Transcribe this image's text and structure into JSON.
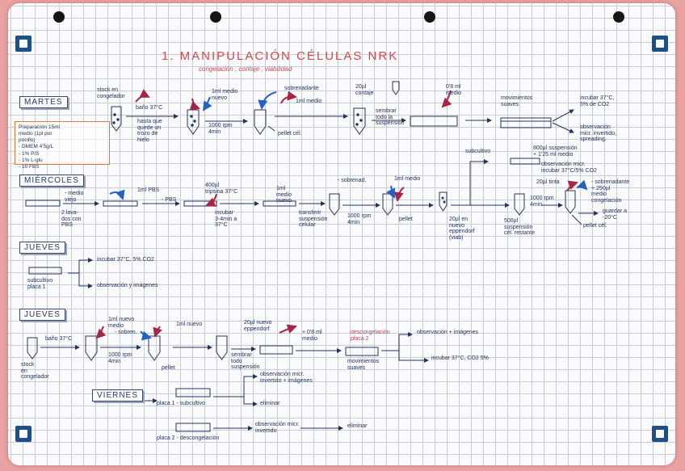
{
  "page": {
    "title": "1. MANIPULACIÓN CÉLULAS NRK",
    "subtitle": "congelación , contaje , viabilidad"
  },
  "prep_box": "Preparación 15ml\nmedio (1pl por\npocillo)\n- DMEM 4'5g/L\n- 1% P/S\n- 1% L-glu\n- 10 FBS",
  "sections": {
    "martes": {
      "label": "MARTES",
      "notes": {
        "stock": "stock en\ncongelador",
        "bano": "baño 37°C",
        "hasta": "hasta que\nquede un\ntrozo de\nhielo",
        "medio1": "1ml medio\nnuevo",
        "rpm": "1000 rpm\n4min",
        "sobrenadante": "sobrenadante",
        "medio2": "1ml medio",
        "pellet": "pellet cél.",
        "ul20": "20µl\ncontaje",
        "sembrar": "sembrar\ntodo la\nsuspensión",
        "medio18": "0'8 ml\nmedio",
        "mov": "movimientos\nsuaves",
        "incubar": "incubar 37°C,\n5% de CO2",
        "obs": "observación\nmicr. invertido,\nspreading."
      }
    },
    "miercoles": {
      "label": "MIÉRCOLES",
      "notes": {
        "medio_viejo": "- medio\nviejo",
        "lavar": "2 lava-\ndos con\nPBS",
        "pbs1": "1ml PBS",
        "pbs2": "- PBS",
        "tripsina": "400µl\ntripsina 37°C",
        "incubar34": "incubar\n3-4min a\n37°C",
        "medio_nuevo": "1ml\nmedio\nnuevo",
        "transferir": "transferir\nsuspensión\ncelular",
        "rpm2": "1000 rpm\n4min",
        "sobrenad": "- sobrenad.",
        "medio3": "1ml medio",
        "pellet2": "pellet",
        "ul20b": "20µl en\nnuevo\neppendorf\n(viab)",
        "subcultivo": "subcultivo",
        "ul800": "800µl suspensión\n+ 1'25 ml medio",
        "obs_mic": "observación micr.\nincubar 37°C/5% CO2",
        "tinta": "20µl tinta",
        "rpm3": "1000 rpm\n4min",
        "ul500": "500µl\nsuspensión\ncél. restante",
        "sobrenadante2": "- sobrenadante\n+ 250µl\nmedio\ncongelación",
        "guardar": "guardar a\n-20°C",
        "pellet3": "pellet cél."
      }
    },
    "jueves1": {
      "label": "JUEVES",
      "notes": {
        "subcultivo": "subcultivo\nplaca 1",
        "incubar": "incubar 37°C, 5% CO2",
        "obs": "observación y imágenes"
      }
    },
    "jueves2": {
      "label": "JUEVES",
      "notes": {
        "stock": "stock\nen\ncongelador",
        "bano": "baño 37°C",
        "medio_nuevo": "1ml nuevo\nmedio",
        "sobren": "- sobren.",
        "medio_nuevo2": "1ml nuevo",
        "rpm": "1000 rpm\n4min",
        "pellet": "pellet",
        "ul20": "20µl nuevo\neppendorf",
        "medio08": "+ 0'8 ml\nmedio",
        "sembrar": "sembrar\ntodo\nsuspensión",
        "desc": "descongelación\nplaca 2",
        "mov": "movimientos\nsuaves",
        "obs": "observación + imágenes",
        "incubar": "incubar 37°C, CO2 5%"
      }
    },
    "viernes": {
      "label": "VIERNES",
      "notes": {
        "placa1": "placa 1 - subcultivo",
        "obs": "observación micr.\ninvertido + imágenes",
        "eliminar": "eliminar",
        "placa2": "placa 2 - descongelación",
        "obs2": "observación micr.\ninvertido",
        "eliminar2": "eliminar"
      }
    }
  }
}
